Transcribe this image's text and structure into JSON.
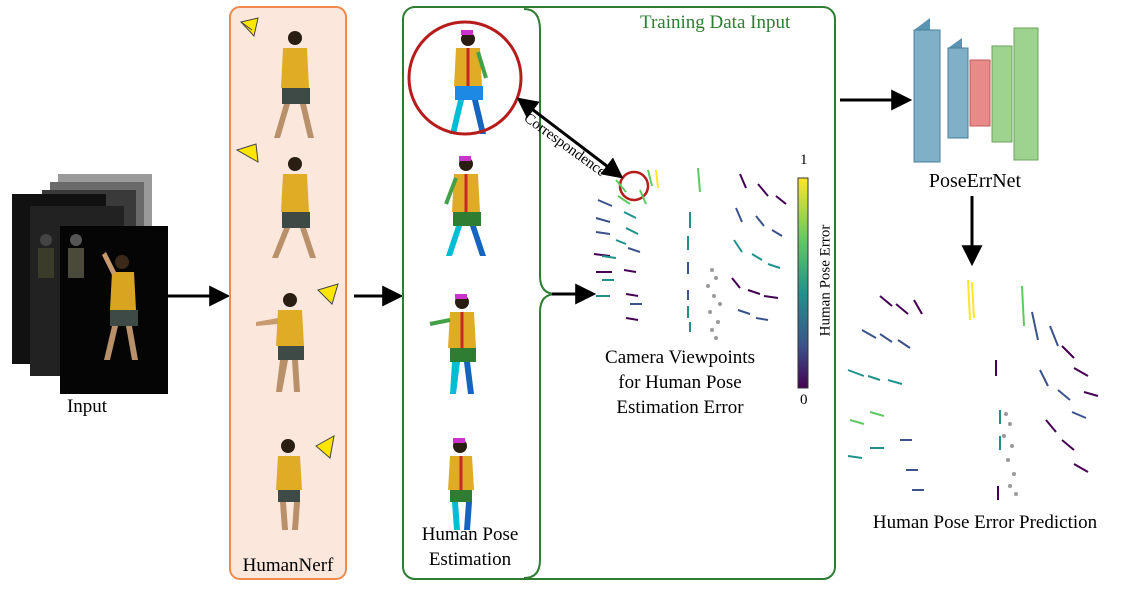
{
  "labels": {
    "input": "Input",
    "humannerf": "HumanNerf",
    "hpe_line1": "Human Pose",
    "hpe_line2": "Estimation",
    "training_title": "Training Data Input",
    "correspondence": "Correspondence",
    "cam_line1": "Camera Viewpoints",
    "cam_line2": "for Human Pose",
    "cam_line3": "Estimation Error",
    "poseerrnet": "PoseErrNet",
    "prediction": "Human Pose Error Prediction"
  },
  "colorbar": {
    "max_label": "1",
    "min_label": "0",
    "title": "Human Pose Error",
    "colors": [
      "#fde725",
      "#5ec962",
      "#21918c",
      "#3b528b",
      "#440154"
    ]
  },
  "colors": {
    "humannerf_border": "#ef8a4c",
    "humannerf_fill": "#fbe7dc",
    "green": "#2e7d32",
    "red": "#b71c1c",
    "net_blue": "#7fb0c8",
    "net_red": "#e98a8a",
    "net_green": "#9ed38f"
  },
  "icons": {
    "camera": "camera-frustum-icon",
    "person": "human-figure-icon"
  }
}
